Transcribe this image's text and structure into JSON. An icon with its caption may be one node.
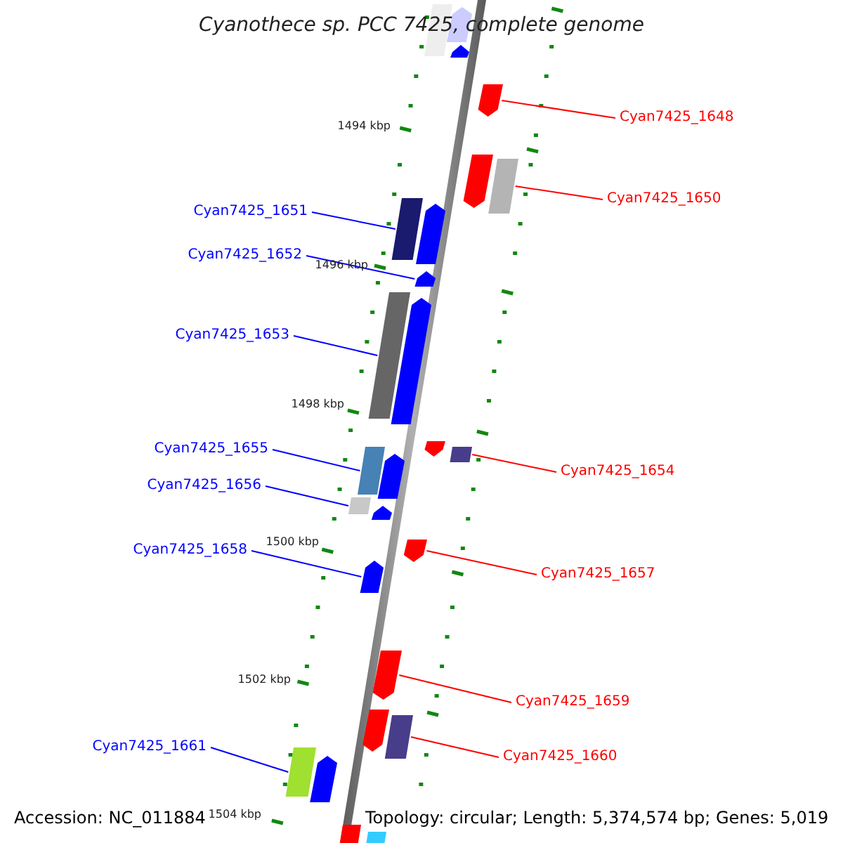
{
  "diagram": {
    "title": "Cyanothece sp. PCC 7425, complete genome",
    "nodes": [
      {
        "text": [
          "Cyan7425_1648"
        ]
      },
      {
        "text": [],
        "shape": "arrow"
      },
      {
        "text": [
          "Cyan7425_1650"
        ]
      },
      {
        "text": [],
        "shape": "box"
      },
      {
        "text": [
          "Cyan7425_1651"
        ]
      },
      {
        "text": [],
        "shape": "box"
      },
      {
        "text": [
          "Cyan7425_1652"
        ]
      },
      {
        "text": [],
        "shape": "arrow"
      },
      {
        "text": [
          "Cyan7425_1653"
        ]
      },
      {
        "text": [],
        "shape": "box"
      },
      {
        "text": [
          "Cyan7425_1655"
        ]
      },
      {
        "text": [],
        "shape": "box"
      },
      {
        "text": [
          "Cyan7425_1654"
        ]
      },
      {
        "text": [],
        "shape": "box"
      },
      {
        "text": [
          "Cyan7425_1656"
        ]
      },
      {
        "text": [],
        "shape": "box"
      },
      {
        "text": [
          "Cyan7425_1658"
        ]
      },
      {
        "text": [],
        "shape": "arrow"
      },
      {
        "text": [
          "Cyan7425_1657"
        ]
      },
      {
        "text": [],
        "shape": "arrow"
      },
      {
        "text": [
          "Cyan7425_1659"
        ]
      },
      {
        "text": [],
        "shape": "arrow"
      },
      {
        "text": [
          "Cyan7425_1661"
        ]
      },
      {
        "text": [],
        "shape": "box"
      },
      {
        "text": [
          "Cyan7425_1660"
        ]
      },
      {
        "text": [],
        "shape": "box"
      },
      {
        "text": [],
        "shape": "box"
      },
      {
        "text": [],
        "shape": "arrow"
      },
      {
        "text": [],
        "shape": "arrow"
      },
      {
        "text": [],
        "shape": "arrow"
      },
      {
        "text": [],
        "shape": "arrow"
      },
      {
        "text": [],
        "shape": "arrow"
      },
      {
        "text": [],
        "shape": "arrow"
      },
      {
        "text": [],
        "shape": "arrow"
      },
      {
        "text": [],
        "shape": "arrow"
      },
      {
        "text": [],
        "shape": "arrow"
      },
      {
        "text": [],
        "shape": "arrow"
      },
      {
        "text": [],
        "shape": "box"
      },
      {
        "text": [],
        "shape": "box"
      }
    ],
    "edges": [
      {
        "from": 0,
        "to": 1,
        "arrow": "none",
        "color": "#ff0000"
      },
      {
        "from": 2,
        "to": 3,
        "arrow": "none",
        "color": "#ff0000"
      },
      {
        "from": 4,
        "to": 5,
        "arrow": "none"
      },
      {
        "from": 6,
        "to": 7,
        "arrow": "none"
      },
      {
        "from": 8,
        "to": 9,
        "arrow": "none"
      },
      {
        "from": 10,
        "to": 11,
        "arrow": "none"
      },
      {
        "from": 12,
        "to": 13,
        "arrow": "none",
        "color": "#ff0000"
      },
      {
        "from": 14,
        "to": 15,
        "arrow": "none"
      },
      {
        "from": 16,
        "to": 17,
        "arrow": "none"
      },
      {
        "from": 18,
        "to": 19,
        "arrow": "none",
        "color": "#ff0000"
      },
      {
        "from": 20,
        "to": 21,
        "arrow": "none",
        "color": "#ff0000"
      },
      {
        "from": 22,
        "to": 23,
        "arrow": "none"
      },
      {
        "from": 24,
        "to": 25,
        "arrow": "none",
        "color": "#ff0000"
      }
    ],
    "labels": [
      "1494 kbp",
      "1496 kbp",
      "1498 kbp",
      "1500 kbp",
      "1502 kbp",
      "Accession: NC_011884",
      "1504 kbp",
      "Topology: circular; Length: 5,374,574 bp; Genes: 5,019"
    ]
  }
}
